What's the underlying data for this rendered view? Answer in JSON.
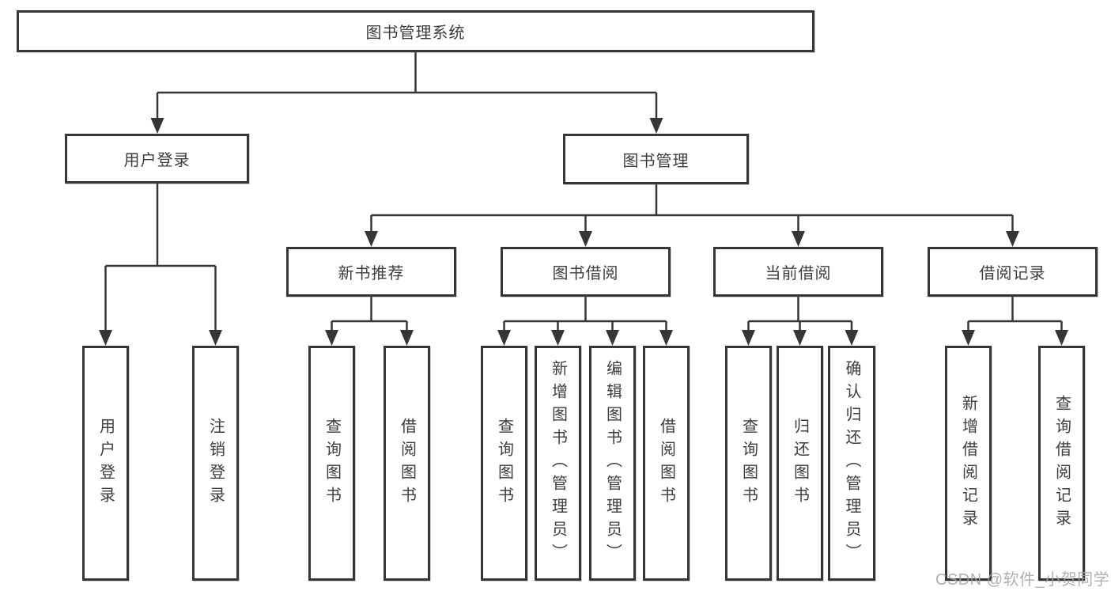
{
  "diagram": {
    "root": {
      "label": "图书管理系统"
    },
    "user_login": {
      "label": "用户登录",
      "children": [
        {
          "label": "用户登录"
        },
        {
          "label": "注销登录"
        }
      ]
    },
    "book_management": {
      "label": "图书管理",
      "children": [
        {
          "label": "新书推荐",
          "children": [
            {
              "label": "查询图书"
            },
            {
              "label": "借阅图书"
            }
          ]
        },
        {
          "label": "图书借阅",
          "children": [
            {
              "label": "查询图书"
            },
            {
              "label": "新增图书（管理员）"
            },
            {
              "label": "编辑图书（管理员）"
            },
            {
              "label": "借阅图书"
            }
          ]
        },
        {
          "label": "当前借阅",
          "children": [
            {
              "label": "查询图书"
            },
            {
              "label": "归还图书"
            },
            {
              "label": "确认归还（管理员）"
            }
          ]
        },
        {
          "label": "借阅记录",
          "children": [
            {
              "label": "新增借阅记录"
            },
            {
              "label": "查询借阅记录"
            }
          ]
        }
      ]
    }
  },
  "watermark": {
    "text": "CSDN @软件_小贺同学"
  },
  "colors": {
    "line": "#363636",
    "text": "#3d3d3d",
    "box_background": "#ffffff",
    "watermark": "#a3a3a3"
  }
}
